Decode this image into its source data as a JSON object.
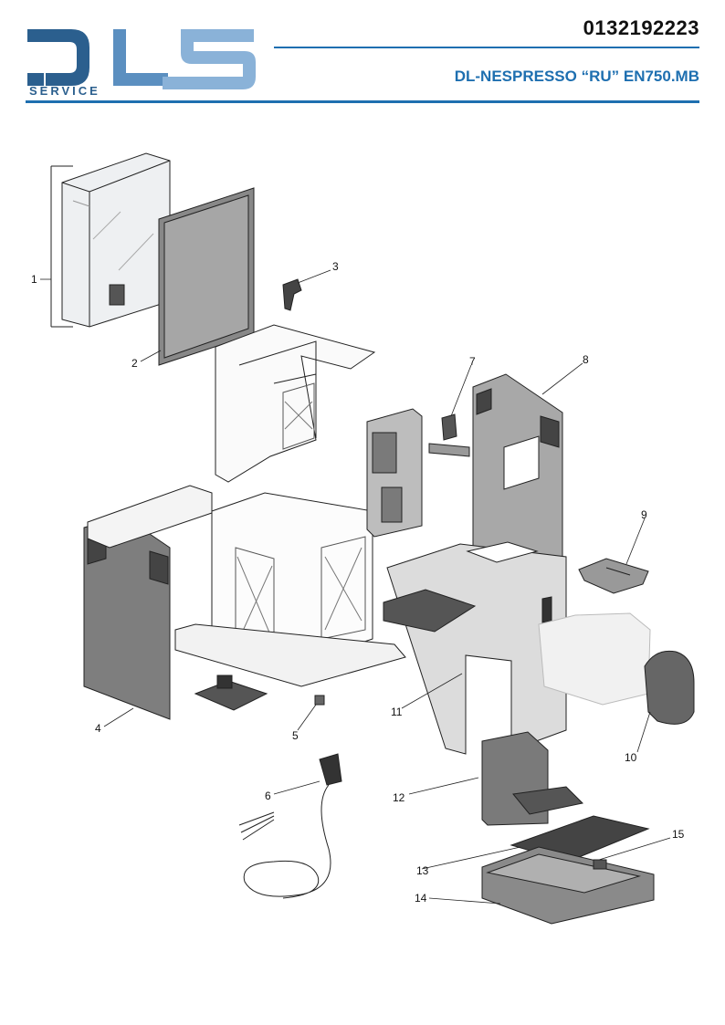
{
  "header": {
    "logo_text": "DLS",
    "logo_subtext": "SERVICE",
    "part_code": "0132192223",
    "model": "DL-NESPRESSO “RU” EN750.MB"
  },
  "callouts": [
    "1",
    "2",
    "3",
    "4",
    "5",
    "6",
    "7",
    "8",
    "9",
    "10",
    "11",
    "12",
    "13",
    "14",
    "15"
  ],
  "colors": {
    "brand": "#1e6fb0",
    "logo_light": "#6f9fc9",
    "logo_dark": "#2b5f8e"
  }
}
